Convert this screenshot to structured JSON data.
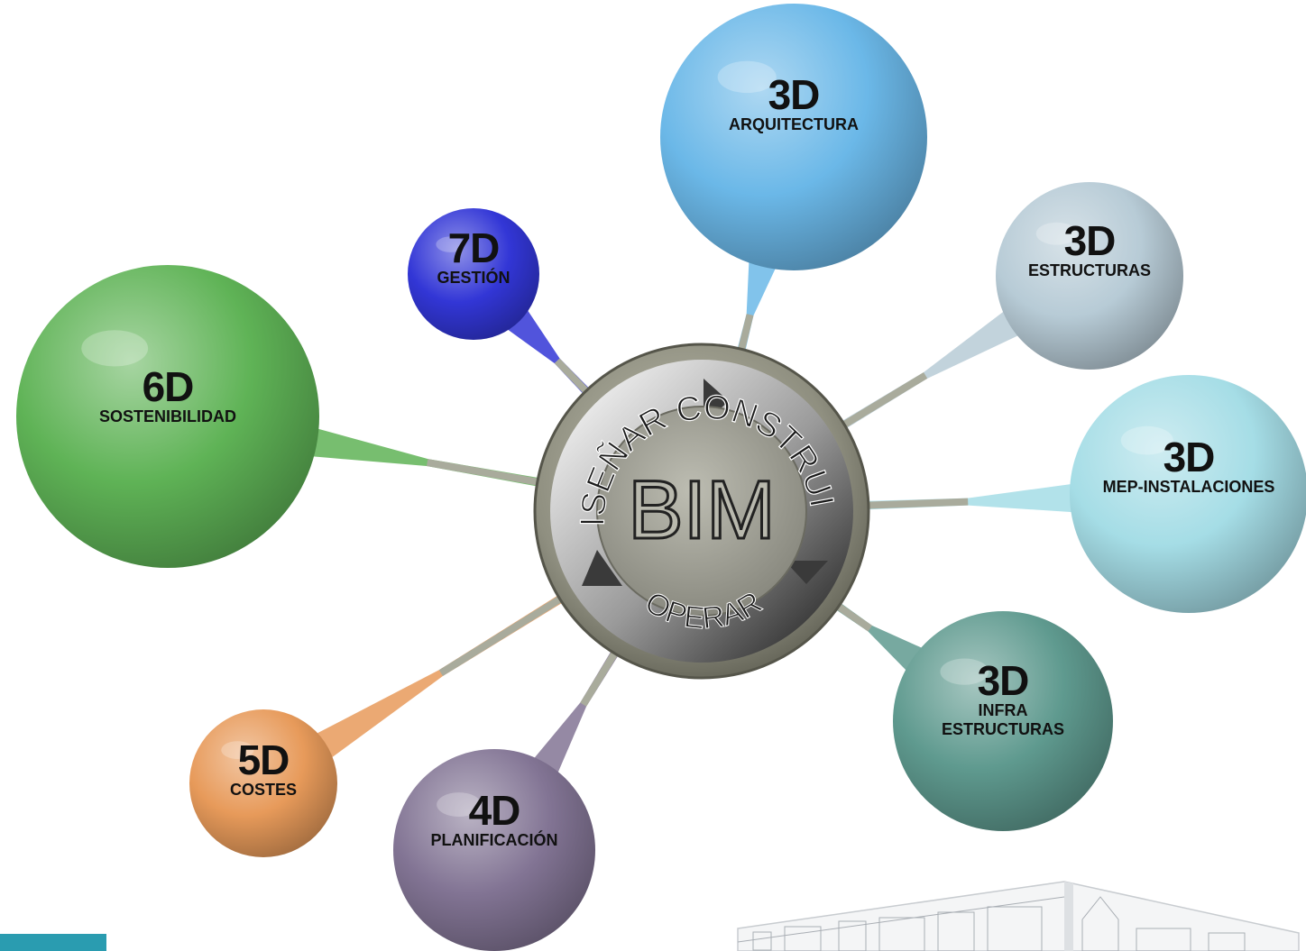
{
  "hub": {
    "title": "BIM",
    "cycle": [
      "DISEÑAR",
      "CONSTRUIR",
      "OPERAR"
    ]
  },
  "nodes": [
    {
      "id": "arquitectura",
      "dim": "3D",
      "lines": [
        "ARQUITECTURA"
      ],
      "color": "#6bb8e8"
    },
    {
      "id": "estructuras",
      "dim": "3D",
      "lines": [
        "ESTRUCTURAS"
      ],
      "color": "#b7cbd6"
    },
    {
      "id": "mep",
      "dim": "3D",
      "lines": [
        "MEP-INSTALACIONES"
      ],
      "color": "#a5dde6"
    },
    {
      "id": "infra",
      "dim": "3D",
      "lines": [
        "INFRA",
        "ESTRUCTURAS"
      ],
      "color": "#5f9a8f"
    },
    {
      "id": "planificacion",
      "dim": "4D",
      "lines": [
        "PLANIFICACIÓN"
      ],
      "color": "#827494"
    },
    {
      "id": "costes",
      "dim": "5D",
      "lines": [
        "COSTES"
      ],
      "color": "#e79a5a"
    },
    {
      "id": "sostenibilidad",
      "dim": "6D",
      "lines": [
        "SOSTENIBILIDAD"
      ],
      "color": "#5fb356"
    },
    {
      "id": "gestion",
      "dim": "7D",
      "lines": [
        "GESTIÓN"
      ],
      "color": "#3236d6"
    }
  ]
}
